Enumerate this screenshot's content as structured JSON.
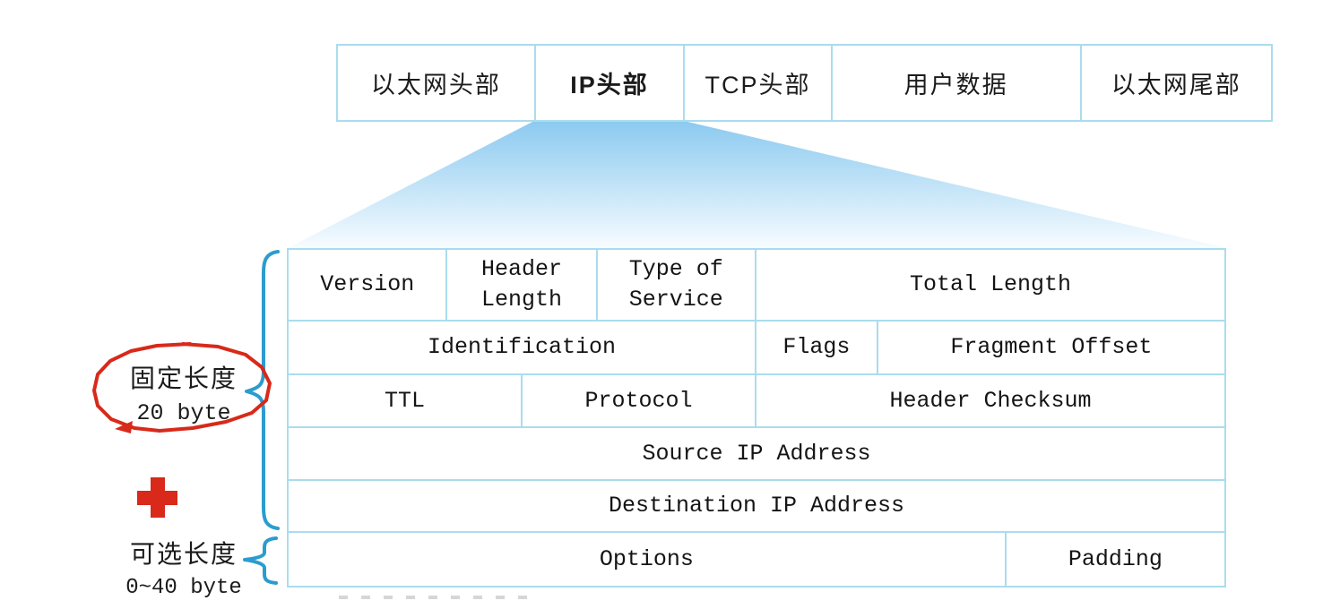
{
  "frame_table": {
    "cells": [
      {
        "label": "以太网头部"
      },
      {
        "label": "IP头部"
      },
      {
        "label": "TCP头部"
      },
      {
        "label": "用户数据"
      },
      {
        "label": "以太网尾部"
      }
    ]
  },
  "ip_header_table": {
    "rows": [
      {
        "cells": [
          {
            "label": "Version"
          },
          {
            "label": "Header Length"
          },
          {
            "label": "Type of Service"
          },
          {
            "label": "Total Length"
          }
        ]
      },
      {
        "cells": [
          {
            "label": "Identification"
          },
          {
            "label": "Flags"
          },
          {
            "label": "Fragment Offset"
          }
        ]
      },
      {
        "cells": [
          {
            "label": "TTL"
          },
          {
            "label": "Protocol"
          },
          {
            "label": "Header Checksum"
          }
        ]
      },
      {
        "cells": [
          {
            "label": "Source IP Address"
          }
        ]
      },
      {
        "cells": [
          {
            "label": "Destination IP Address"
          }
        ]
      },
      {
        "cells": [
          {
            "label": "Options"
          },
          {
            "label": "Padding"
          }
        ]
      }
    ]
  },
  "annotations": {
    "fixed_length": {
      "line1": "固定长度",
      "line2": "20 byte"
    },
    "optional_length": {
      "line1": "可选长度",
      "line2": "0~40 byte"
    },
    "plus_icon": "red-plus-icon"
  },
  "colors": {
    "table_border": "#aadcee",
    "brace_blue": "#2b9ccd",
    "annotation_red": "#d8291a",
    "funnel_top": "#8ccaf0",
    "funnel_bottom": "#f7fcff",
    "dash_gray": "#d6d6d6"
  }
}
